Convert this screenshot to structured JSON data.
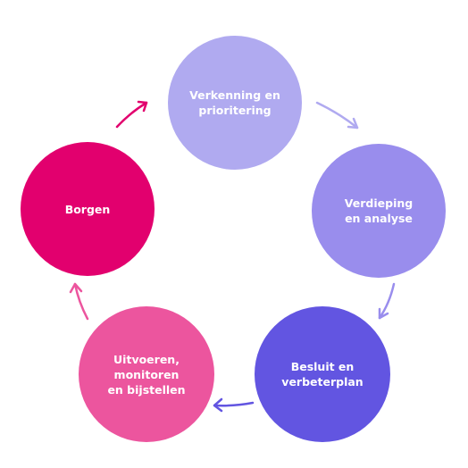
{
  "steps": [
    {
      "label": "Verkenning en\nprioritering",
      "color": "#b0aaf0"
    },
    {
      "label": "Verdieping\nen analyse",
      "color": "#998ded"
    },
    {
      "label": "Besluit en\nverbeterplan",
      "color": "#6255e1"
    },
    {
      "label": "Uitvoeren,\nmonitoren\nen bijstellen",
      "color": "#ec559e"
    },
    {
      "label": "Borgen",
      "color": "#e2006e"
    }
  ],
  "arrows": [
    {
      "color": "#b0aaf0"
    },
    {
      "color": "#998ded"
    },
    {
      "color": "#6255e1"
    },
    {
      "color": "#ec559e"
    },
    {
      "color": "#e2006e"
    }
  ]
}
